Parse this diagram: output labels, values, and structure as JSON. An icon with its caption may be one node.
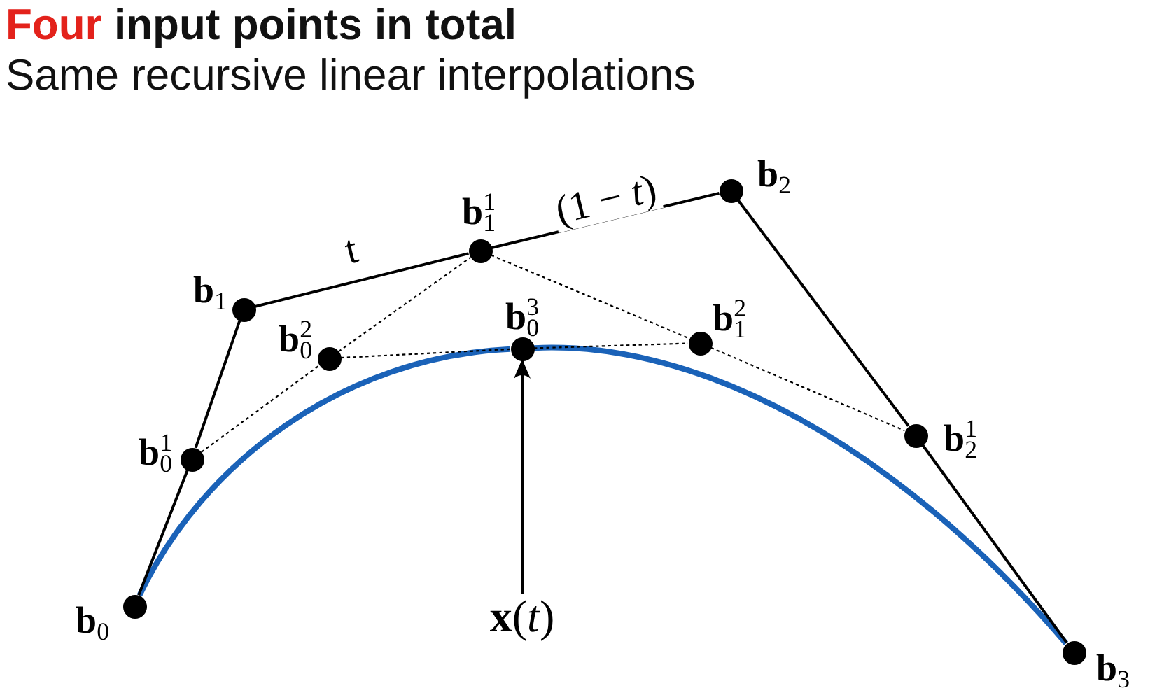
{
  "diagram": {
    "title": "Four input points in total",
    "nodes": [
      {
        "text": [],
        "shape": "circle",
        "beside": [
          "**b**$_{0}$"
        ]
      },
      {
        "text": [],
        "shape": "circle",
        "beside": [
          "**b**$_{1}$"
        ]
      },
      {
        "text": [],
        "shape": "circle",
        "beside": [
          "**b**$_{2}$"
        ]
      },
      {
        "text": [],
        "shape": "circle",
        "beside": [
          "**b**$_{3}$"
        ]
      },
      {
        "text": [],
        "shape": "circle",
        "beside": [
          "**b**$^{1}$$_{0}$"
        ]
      },
      {
        "text": [],
        "shape": "circle",
        "beside": [
          "**b**$^{1}$$_{1}$"
        ]
      },
      {
        "text": [],
        "shape": "circle",
        "beside": [
          "**b**$^{1}$$_{2}$"
        ]
      },
      {
        "text": [],
        "shape": "circle",
        "beside": [
          "**b**$^{2}$$_{0}$"
        ]
      },
      {
        "text": [],
        "shape": "circle",
        "beside": [
          "**b**$^{2}$$_{1}$"
        ]
      },
      {
        "text": [],
        "shape": "circle",
        "beside": [
          "**b**$^{3}$$_{0}$"
        ]
      },
      {
        "text": [
          "**x**(*t*)"
        ]
      }
    ],
    "edges": [
      {
        "from": 0,
        "to": 4,
        "arrow": "none"
      },
      {
        "from": 4,
        "to": 1,
        "arrow": "none"
      },
      {
        "from": 1,
        "to": 5,
        "arrow": "none",
        "label": "t"
      },
      {
        "from": 5,
        "to": 2,
        "arrow": "none",
        "label": "(1 − *t*)"
      },
      {
        "from": 2,
        "to": 6,
        "arrow": "none"
      },
      {
        "from": 6,
        "to": 3,
        "arrow": "none"
      },
      {
        "from": 4,
        "to": 7,
        "arrow": "none",
        "style": "dashed"
      },
      {
        "from": 7,
        "to": 5,
        "arrow": "none",
        "style": "dashed"
      },
      {
        "from": 5,
        "to": 8,
        "arrow": "none",
        "style": "dashed"
      },
      {
        "from": 8,
        "to": 6,
        "arrow": "none",
        "style": "dashed"
      },
      {
        "from": 7,
        "to": 9,
        "arrow": "none",
        "style": "dashed"
      },
      {
        "from": 9,
        "to": 8,
        "arrow": "none",
        "style": "dashed"
      },
      {
        "from": 0,
        "to": 9,
        "arrow": "none",
        "style": "thick",
        "color": "#1a62b8"
      },
      {
        "from": 9,
        "to": 3,
        "arrow": "none",
        "style": "thick",
        "color": "#1a62b8"
      },
      {
        "from": 10,
        "to": 9,
        "arrow": "to"
      }
    ],
    "labels": [
      "Same recursive linear interpolations"
    ]
  }
}
